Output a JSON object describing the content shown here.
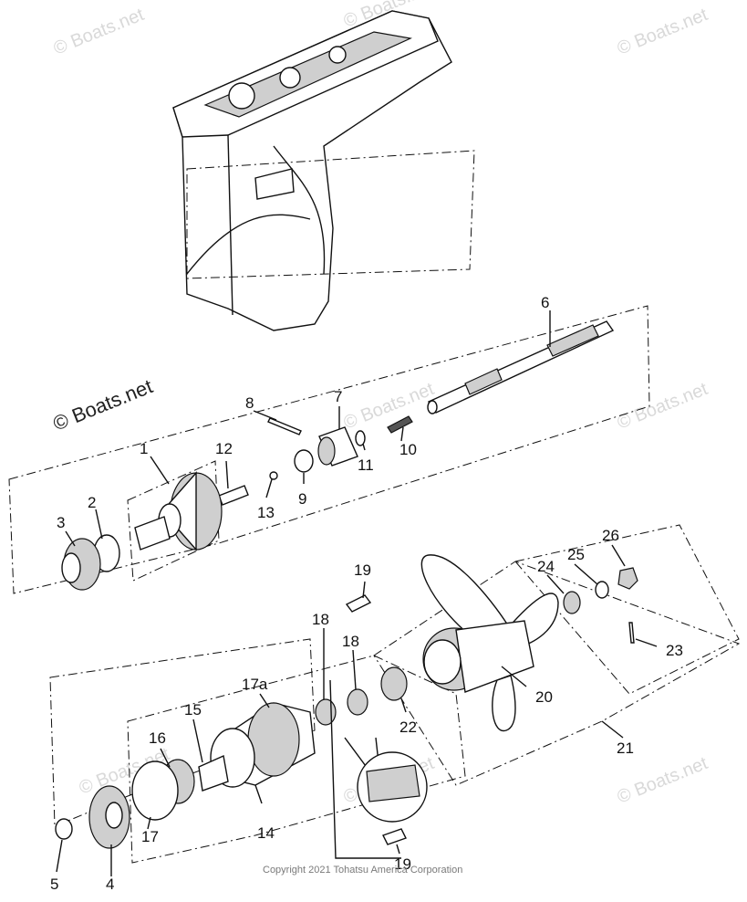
{
  "watermark": {
    "brand": "© Boats.net"
  },
  "copyright": "Copyright 2021 Tohatsu America Corporation",
  "callouts": {
    "c1": "1",
    "c2": "2",
    "c3": "3",
    "c4": "4",
    "c5": "5",
    "c6": "6",
    "c7": "7",
    "c8": "8",
    "c9": "9",
    "c10": "10",
    "c11": "11",
    "c12": "12",
    "c13": "13",
    "c14": "14",
    "c15": "15",
    "c16": "16",
    "c17": "17",
    "c17a": "17a",
    "c18a": "18",
    "c18b": "18",
    "c19a": "19",
    "c19b": "19",
    "c20": "20",
    "c21": "21",
    "c22": "22",
    "c23": "23",
    "c24": "24",
    "c25": "25",
    "c26": "26"
  }
}
